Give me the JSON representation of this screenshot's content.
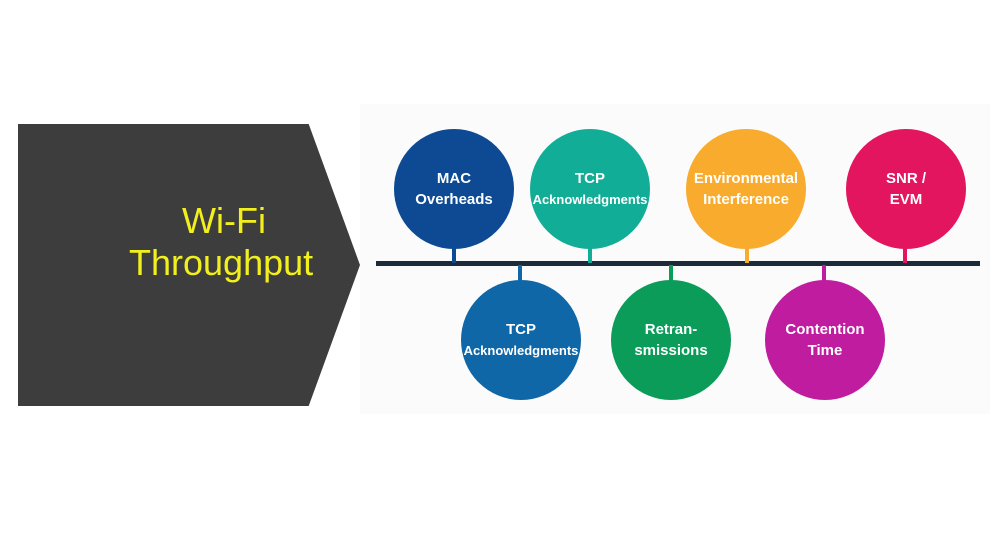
{
  "title": {
    "line1": "Wi-Fi",
    "line2": "Throughput"
  },
  "colors": {
    "arrow": "#3d3d3d",
    "title": "#f2f01c",
    "timeline": "#1d2a3a"
  },
  "nodes_top": [
    {
      "line1": "MAC",
      "line2": "Overheads",
      "color": "#0e4a94"
    },
    {
      "line1": "TCP",
      "line2": "Acknowledgments",
      "color": "#12ad97"
    },
    {
      "line1": "Environmental",
      "line2": "Interference",
      "color": "#f8ab2c"
    },
    {
      "line1": "SNR /",
      "line2": "EVM",
      "color": "#e3155f"
    }
  ],
  "nodes_bottom": [
    {
      "line1": "TCP",
      "line2": "Acknowledgments",
      "color": "#0f67a8"
    },
    {
      "line1": "Retran-",
      "line2": "smissions",
      "color": "#0b9c59"
    },
    {
      "line1": "Contention",
      "line2": "Time",
      "color": "#c01c9f"
    }
  ]
}
